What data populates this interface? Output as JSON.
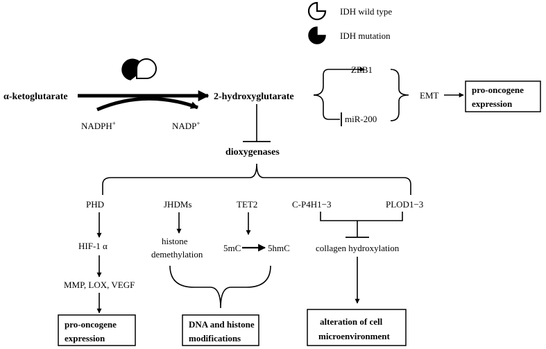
{
  "legend": {
    "wild_type_label": "IDH wild type",
    "mutation_label": "IDH mutation"
  },
  "reaction": {
    "substrate": "α-ketoglutarate",
    "product": "2-hydroxyglutarate",
    "cofactor_in_base": "NADPH",
    "cofactor_out_base": "NADP",
    "cofactor_superscript": "+"
  },
  "emt_branch": {
    "zeb1": "ZEB1",
    "mir200": "miR-200",
    "emt": "EMT",
    "outcome_line1": "pro-oncogene",
    "outcome_line2": "expression"
  },
  "inhibited_target": "dioxygenases",
  "branches": {
    "phd": {
      "enzyme": "PHD",
      "step1": "HIF-1 α",
      "step2": "MMP, LOX, VEGF",
      "outcome_line1": "pro-oncogene",
      "outcome_line2": "expression"
    },
    "jhdms": {
      "enzyme": "JHDMs",
      "step1_line1": "histone",
      "step1_line2": "demethylation"
    },
    "tet2": {
      "enzyme": "TET2",
      "from": "5mC",
      "to": "5hmC"
    },
    "dna_histone_outcome_line1": "DNA and histone",
    "dna_histone_outcome_line2": "modifications",
    "collagen": {
      "enzyme_a": "C-P4H1−3",
      "enzyme_b": "PLOD1−3",
      "step1": "collagen hydroxylation",
      "outcome_line1": "alteration of cell",
      "outcome_line2": "microenvironment"
    }
  }
}
